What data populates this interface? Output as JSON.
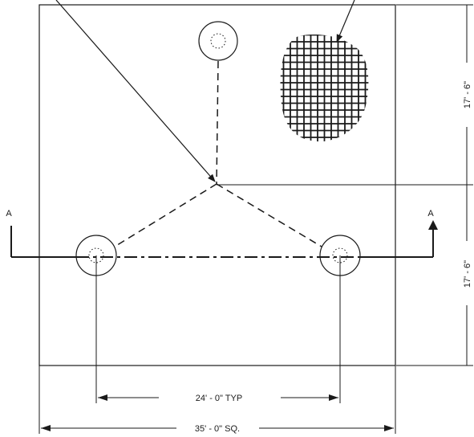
{
  "dimensions": {
    "upper_half": "17' - 6\"",
    "lower_half": "17' - 6\"",
    "pile_spacing": "24' - 0\" TYP",
    "overall": "35' - 0\" SQ."
  },
  "section_marks": {
    "left": "A",
    "right": "A"
  },
  "colors": {
    "ink": "#1a1a1a",
    "paper": "#ffffff"
  }
}
